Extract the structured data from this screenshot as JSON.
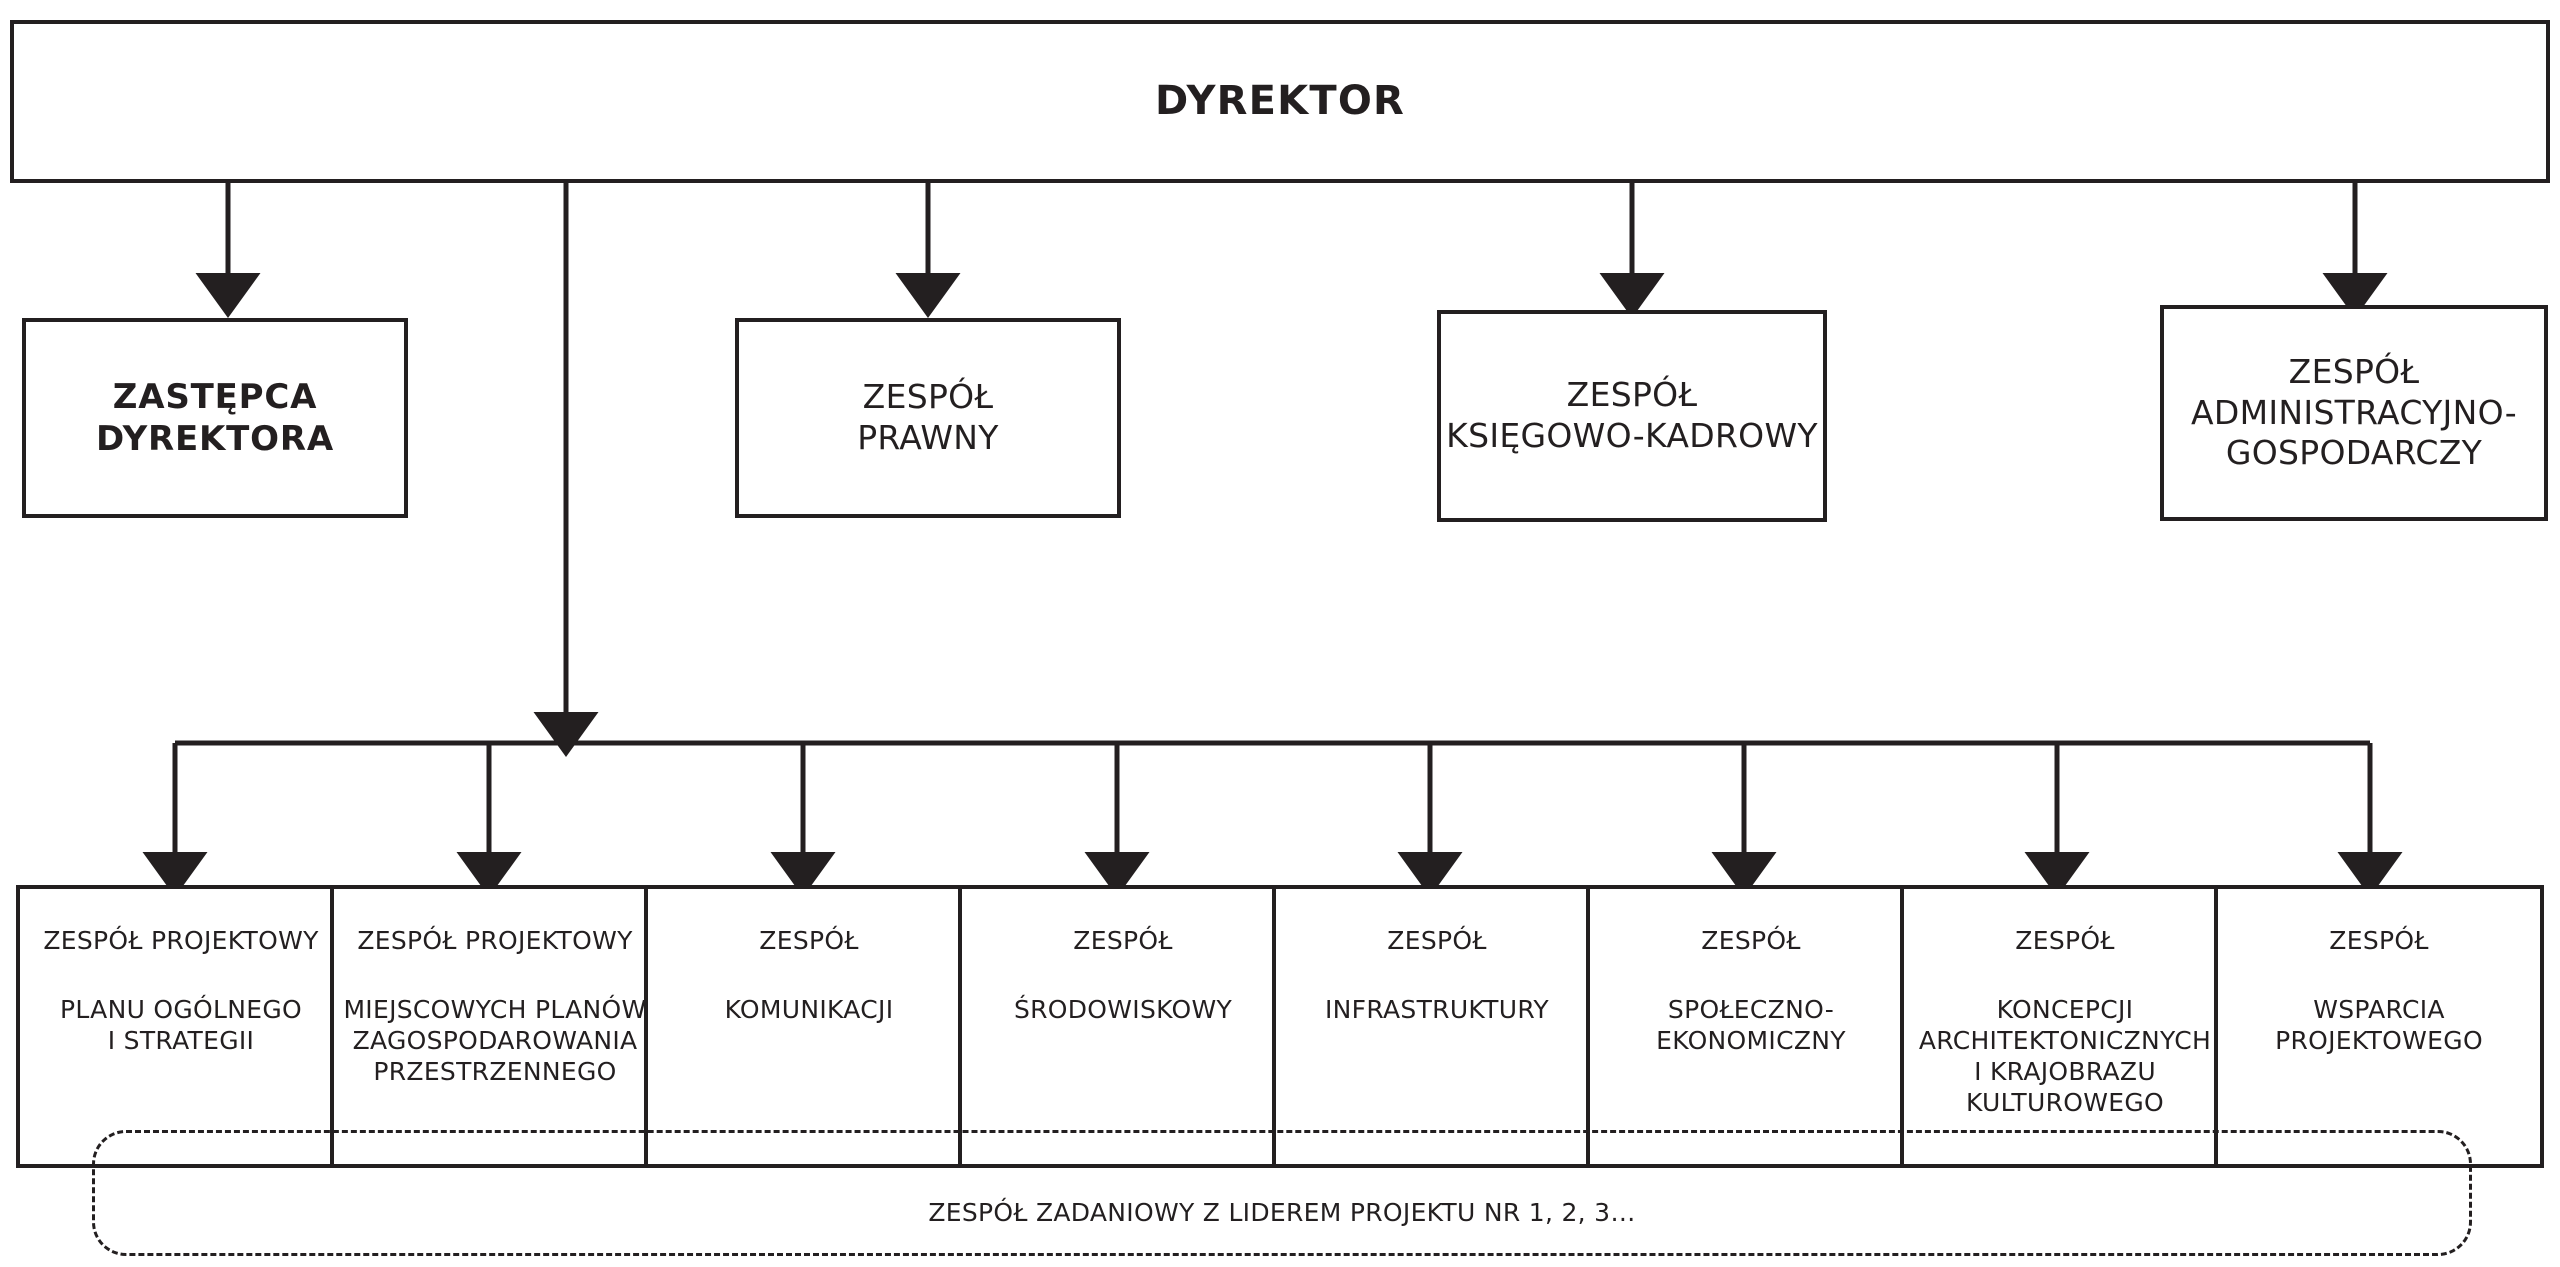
{
  "colors": {
    "ink": "#231f20",
    "background": "#ffffff"
  },
  "root": {
    "label": "DYREKTOR"
  },
  "level2": [
    {
      "label": "ZASTĘPCA\nDYREKTORA",
      "line1": "ZASTĘPCA",
      "line2": "DYREKTORA",
      "emphasis": "bold"
    },
    {
      "label": "ZESPÓŁ\nPRAWNY",
      "line1": "ZESPÓŁ",
      "line2": "PRAWNY",
      "emphasis": "regular"
    },
    {
      "label": "ZESPÓŁ\nKSIĘGOWO-KADROWY",
      "line1": "ZESPÓŁ",
      "line2": "KSIĘGOWO-KADROWY",
      "emphasis": "regular"
    },
    {
      "label": "ZESPÓŁ\nADMINISTRACYJNO-\nGOSPODARCZY",
      "line1": "ZESPÓŁ",
      "line2": "ADMINISTRACYJNO-",
      "line3": "GOSPODARCZY",
      "emphasis": "regular"
    }
  ],
  "teams": [
    {
      "head": "ZESPÓŁ PROJEKTOWY",
      "body": [
        "PLANU OGÓLNEGO",
        "I STRATEGII"
      ]
    },
    {
      "head": "ZESPÓŁ PROJEKTOWY",
      "body": [
        "MIEJSCOWYCH PLANÓW",
        "ZAGOSPODAROWANIA",
        "PRZESTRZENNEGO"
      ]
    },
    {
      "head": "ZESPÓŁ",
      "body": [
        "KOMUNIKACJI"
      ]
    },
    {
      "head": "ZESPÓŁ",
      "body": [
        "ŚRODOWISKOWY"
      ]
    },
    {
      "head": "ZESPÓŁ",
      "body": [
        "INFRASTRUKTURY"
      ]
    },
    {
      "head": "ZESPÓŁ",
      "body": [
        "SPOŁECZNO-",
        "EKONOMICZNY"
      ]
    },
    {
      "head": "ZESPÓŁ",
      "body": [
        "KONCEPCJI",
        "ARCHITEKTONICZNYCH",
        "I KRAJOBRAZU",
        "KULTUROWEGO"
      ]
    },
    {
      "head": "ZESPÓŁ",
      "body": [
        "WSPARCIA",
        "PROJEKTOWEGO"
      ]
    }
  ],
  "task_group": {
    "label": "ZESPÓŁ ZADANIOWY Z LIDEREM PROJEKTU NR 1, 2, 3…"
  }
}
